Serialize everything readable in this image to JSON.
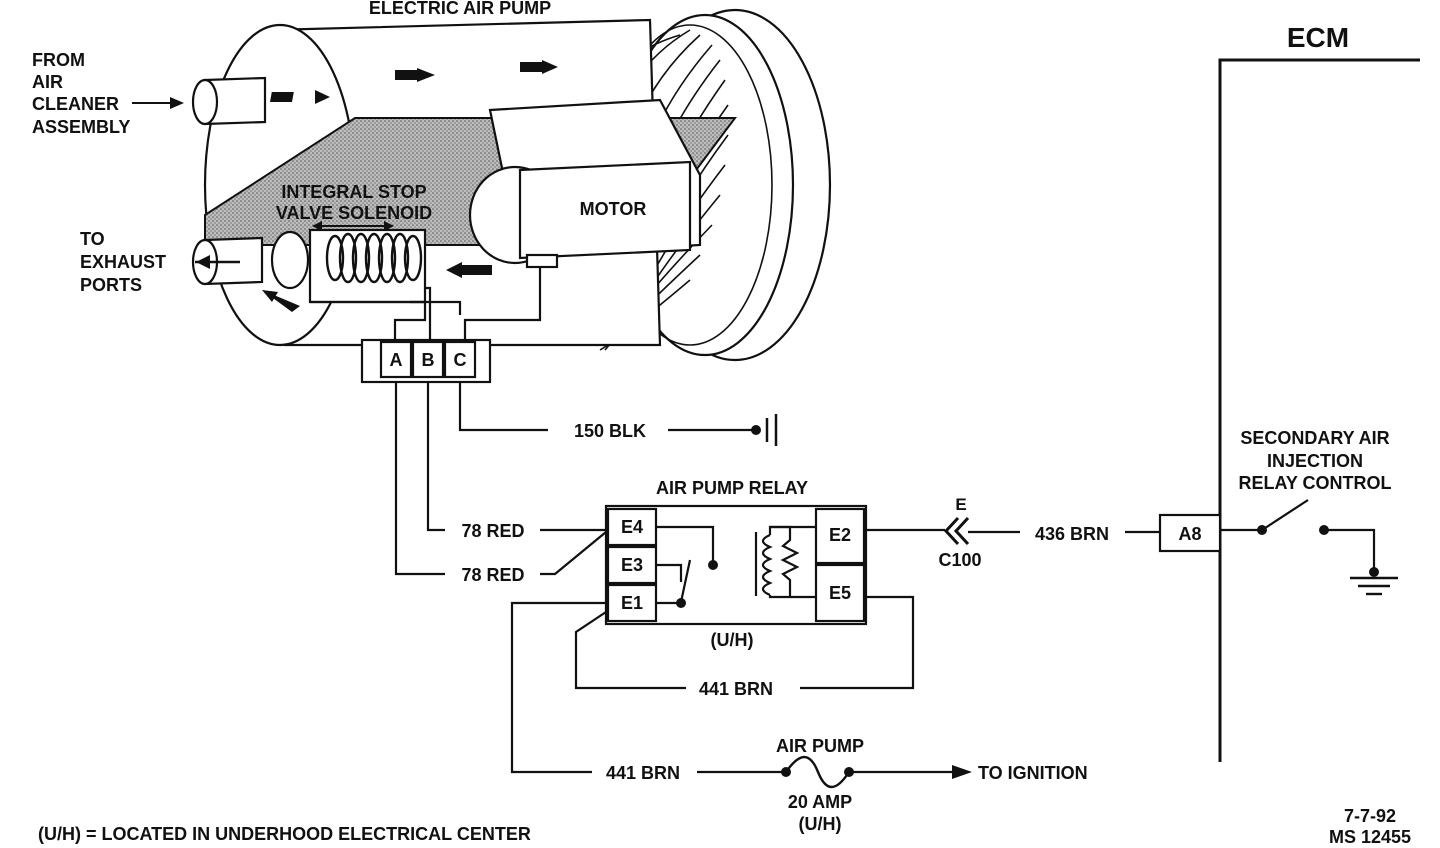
{
  "labels": {
    "electric_air_pump": "ELECTRIC AIR PUMP",
    "from_air_cleaner": [
      "FROM",
      "AIR",
      "CLEANER",
      "ASSEMBLY"
    ],
    "to_exhaust": [
      "TO",
      "EXHAUST",
      "PORTS"
    ],
    "integral_stop": [
      "INTEGRAL STOP",
      "VALVE SOLENOID"
    ],
    "motor": "MOTOR",
    "ecm": "ECM",
    "pin_a": "A",
    "pin_b": "B",
    "pin_c": "C",
    "wire_150": "150 BLK",
    "air_pump_relay": "AIR PUMP RELAY",
    "e4": "E4",
    "e3": "E3",
    "e1": "E1",
    "e2": "E2",
    "e5": "E5",
    "relay_uh": "(U/H)",
    "wire_78_top": "78 RED",
    "wire_78_bottom": "78 RED",
    "connector_e": "E",
    "c100": "C100",
    "wire_436": "436 BRN",
    "a8": "A8",
    "secondary_air": [
      "SECONDARY AIR",
      "INJECTION",
      "RELAY CONTROL"
    ],
    "wire_441_loop": "441 BRN",
    "wire_441_bottom": "441 BRN",
    "fuse_name": "AIR PUMP",
    "fuse_rating": "20 AMP",
    "fuse_uh": "(U/H)",
    "to_ignition": "TO IGNITION",
    "legend": "(U/H) = LOCATED IN UNDERHOOD ELECTRICAL CENTER",
    "date": "7-7-92",
    "drawing_no": "MS 12455"
  }
}
